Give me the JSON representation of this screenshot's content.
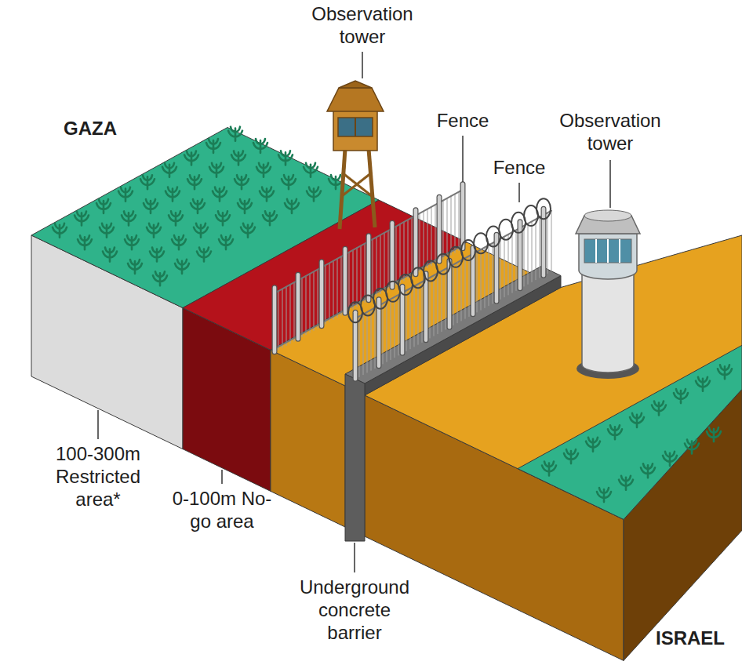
{
  "diagram": {
    "labels": [
      "Observation tower",
      "GAZA",
      "Fence",
      "Fence",
      "Observation tower",
      "100-300m Restricted area*",
      "0-100m No-go area",
      "Underground concrete barrier",
      "ISRAEL"
    ]
  }
}
